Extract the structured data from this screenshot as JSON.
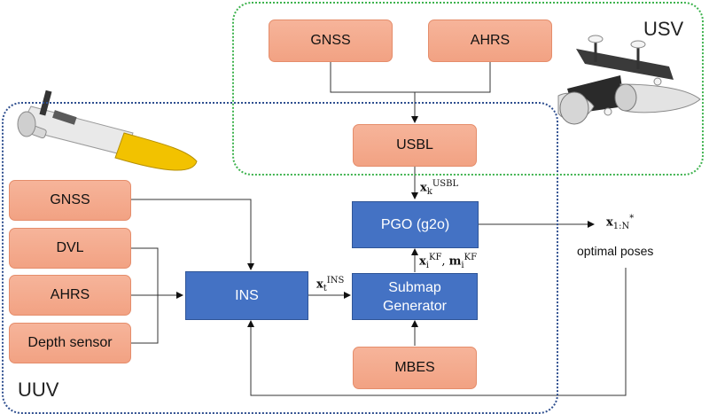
{
  "regions": {
    "uuv_label": "UUV",
    "usv_label": "USV"
  },
  "usv_sensors": {
    "gnss": "GNSS",
    "ahrs": "AHRS",
    "usbl": "USBL"
  },
  "uuv_sensors": {
    "gnss": "GNSS",
    "dvl": "DVL",
    "ahrs": "AHRS",
    "depth": "Depth sensor",
    "mbes": "MBES"
  },
  "processing": {
    "ins": "INS",
    "submap_line1": "Submap",
    "submap_line2": "Generator",
    "pgo": "PGO (g2o)"
  },
  "signals": {
    "usbl_sym": "x",
    "usbl_sub": "k",
    "usbl_sup": "USBL",
    "ins_sym": "x",
    "ins_sub": "t",
    "ins_sup": "INS",
    "kf_x_sym": "x",
    "kf_x_sub": "i",
    "kf_x_sup": "KF",
    "kf_sep": ", ",
    "kf_m_sym": "m",
    "kf_m_sub": "i",
    "kf_m_sup": "KF",
    "out_sym": "x",
    "out_sub": "1:N",
    "out_sup": "*"
  },
  "output_label": "optimal poses",
  "colors": {
    "sensor_fill": "#f4a98c",
    "process_fill": "#4472c4",
    "uuv_border": "#2f4f8f",
    "usv_border": "#3fb34f",
    "uuv_hull": "#f2f2f2",
    "uuv_nose": "#f2c200",
    "usv_hull": "#e6e6e6"
  },
  "icons": {
    "uuv": "auv-vehicle-icon",
    "usv": "surface-catamaran-icon"
  }
}
